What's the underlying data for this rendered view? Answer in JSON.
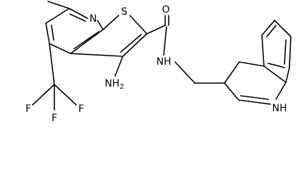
{
  "structure": {
    "atoms": [
      {
        "id": "n_pyr",
        "text": "N"
      },
      {
        "id": "s_thio",
        "text": "S"
      },
      {
        "id": "o_carbonyl",
        "text": "O"
      },
      {
        "id": "nh_amide",
        "text": "N",
        "suffix": "H"
      },
      {
        "id": "nh2",
        "text": "NH",
        "sub": "2"
      },
      {
        "id": "f_left",
        "text": "F"
      },
      {
        "id": "f_mid",
        "text": "F"
      },
      {
        "id": "f_right",
        "text": "F"
      },
      {
        "id": "nh_indole",
        "text": "N",
        "suffix": "H"
      }
    ],
    "colors": {
      "bond": "#000000",
      "label": "#000000",
      "background": "#ffffff"
    }
  }
}
